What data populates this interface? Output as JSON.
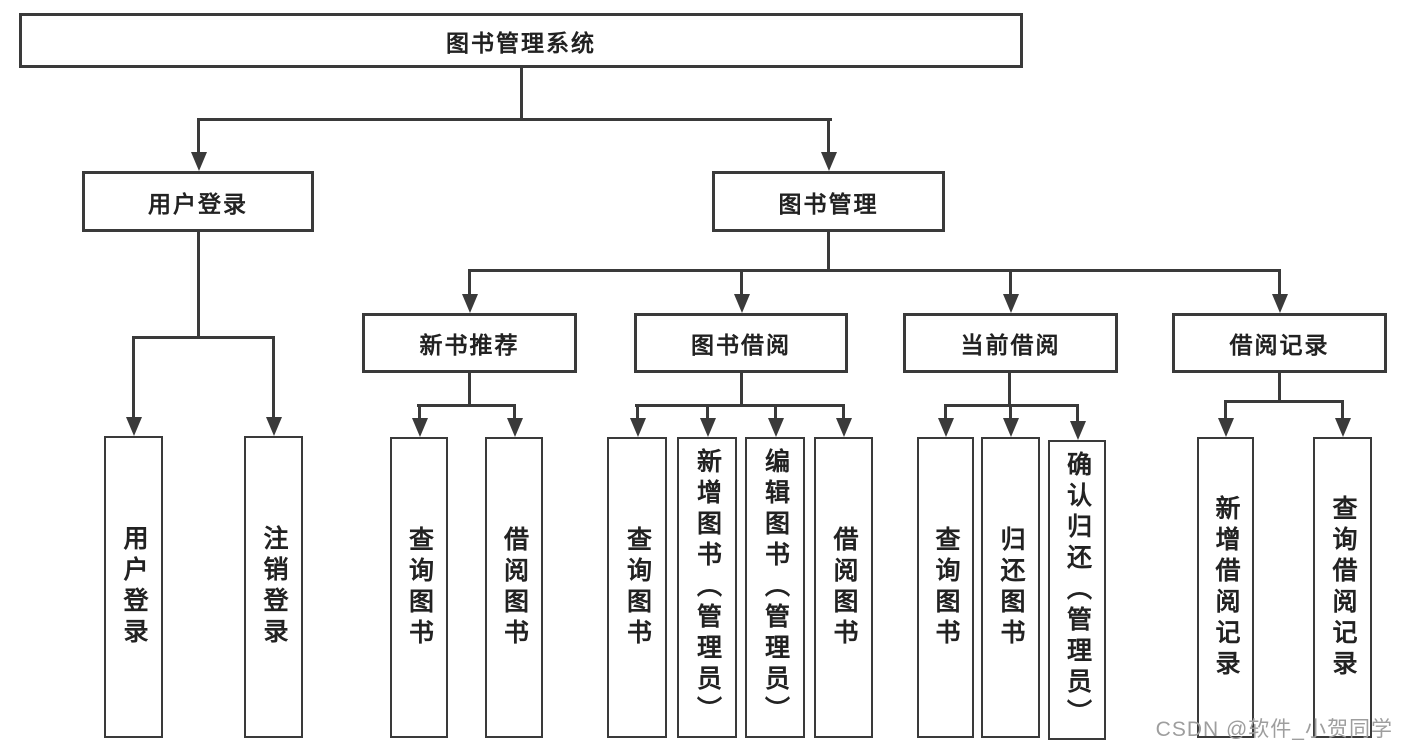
{
  "diagram_title": "图书管理系统",
  "watermark": "CSDN @软件_小贺同学",
  "colors": {
    "background": "#ffffff",
    "line": "#3a3a3a",
    "box_border": "#3a3a3a",
    "text": "#222222",
    "watermark": "#9e9e9e"
  },
  "nodes": {
    "root": {
      "label": "图书管理系统"
    },
    "userLoginGroup": {
      "label": "用户登录"
    },
    "bookMgmt": {
      "label": "图书管理"
    },
    "newBookRec": {
      "label": "新书推荐"
    },
    "bookBorrow": {
      "label": "图书借阅"
    },
    "currentBorrow": {
      "label": "当前借阅"
    },
    "borrowRecords": {
      "label": "借阅记录"
    },
    "userLogin": {
      "label": "用户登录"
    },
    "logoutLogin": {
      "label": "注销登录"
    },
    "nbrQueryBook": {
      "label": "查询图书"
    },
    "nbrBorrowBook": {
      "label": "借阅图书"
    },
    "bbQueryBook": {
      "label": "查询图书"
    },
    "bbAddBook": {
      "label": "新增图书（管理员）"
    },
    "bbEditBook": {
      "label": "编辑图书（管理员）"
    },
    "bbBorrowBook": {
      "label": "借阅图书"
    },
    "cbQueryBook": {
      "label": "查询图书"
    },
    "cbReturnBook": {
      "label": "归还图书"
    },
    "cbConfirmReturn": {
      "label": "确认归还（管理员）"
    },
    "brAddRecord": {
      "label": "新增借阅记录"
    },
    "brQueryRecord": {
      "label": "查询借阅记录"
    }
  },
  "hierarchy": {
    "图书管理系统": {
      "用户登录": [
        "用户登录",
        "注销登录"
      ],
      "图书管理": {
        "新书推荐": [
          "查询图书",
          "借阅图书"
        ],
        "图书借阅": [
          "查询图书",
          "新增图书（管理员）",
          "编辑图书（管理员）",
          "借阅图书"
        ],
        "当前借阅": [
          "查询图书",
          "归还图书",
          "确认归还（管理员）"
        ],
        "借阅记录": [
          "新增借阅记录",
          "查询借阅记录"
        ]
      }
    }
  }
}
